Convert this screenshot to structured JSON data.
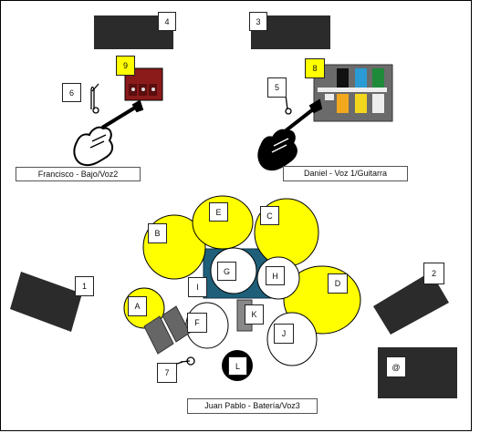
{
  "diagram": {
    "performers": {
      "francisco": "Francisco - Bajo/Voz2",
      "daniel": "Daniel - Voz 1/Guitarra",
      "juan_pablo": "Juan Pablo - Batería/Voz3"
    },
    "markers": {
      "m1": "1",
      "m2": "2",
      "m3": "3",
      "m4": "4",
      "m5": "5",
      "m6": "6",
      "m7": "7",
      "m8": "8",
      "m9": "9",
      "at": "@"
    },
    "drums": {
      "a": "A",
      "b": "B",
      "c": "C",
      "d": "D",
      "e": "E",
      "f": "F",
      "g": "G",
      "h": "H",
      "i": "I",
      "j": "J",
      "k": "K",
      "l": "L"
    },
    "colors": {
      "cymbal": "#ffff00",
      "drum_rug": "#1f5f7a",
      "monitor": "#2b2b2b",
      "bass_amp": "#8b1a1a",
      "pedalboard": "#6b6b6b",
      "outline": "#000000"
    }
  }
}
